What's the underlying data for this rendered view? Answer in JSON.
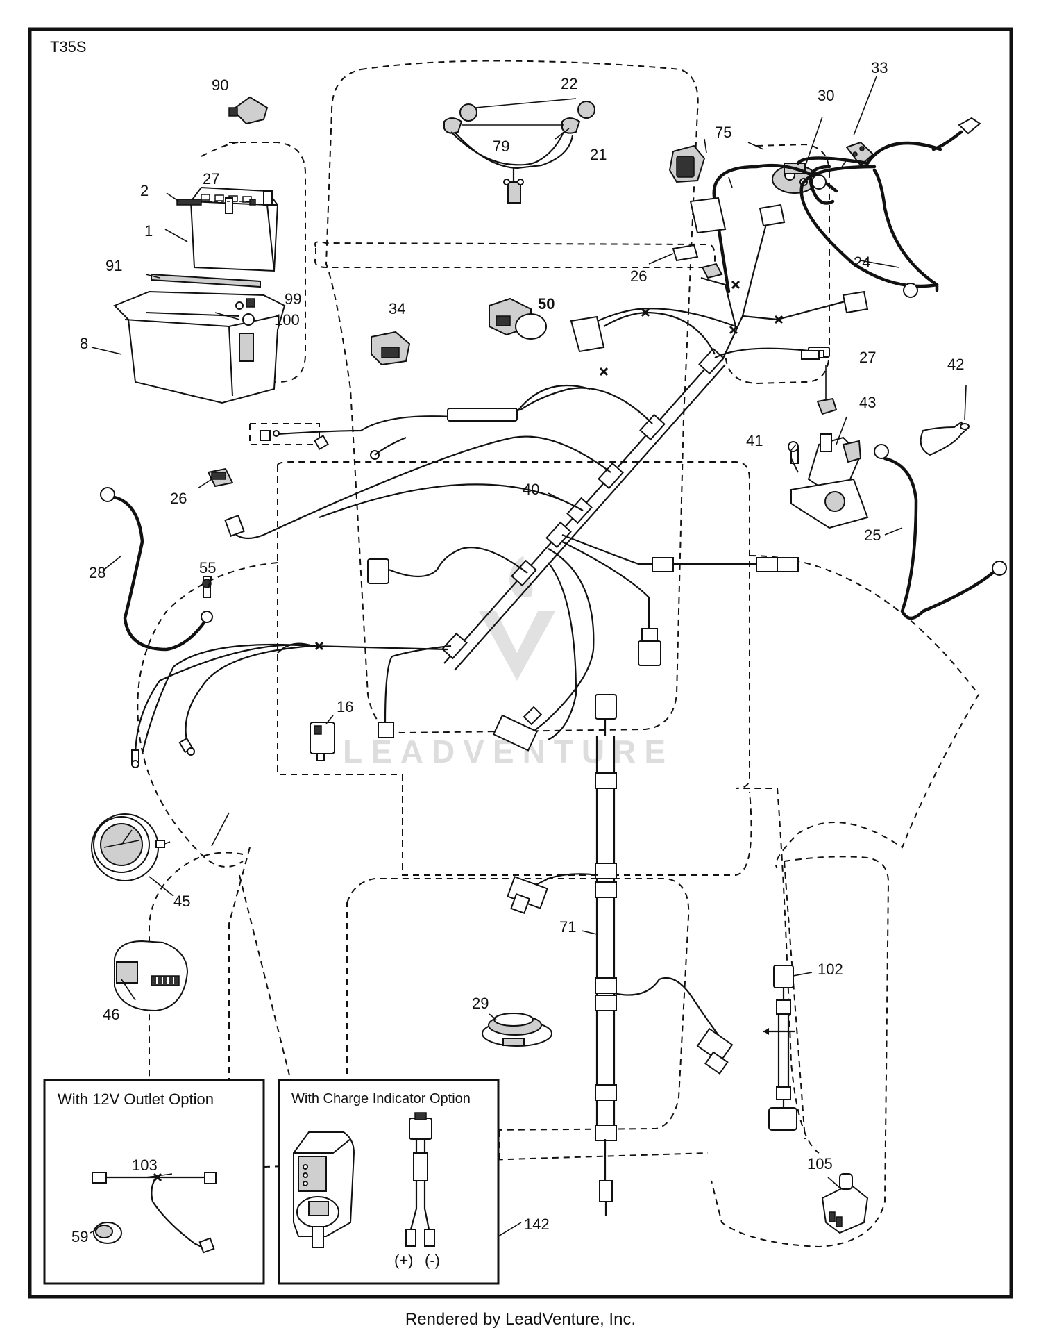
{
  "diagram_code": "T35S",
  "watermark": "LEADVENTURE",
  "footer": "Rendered by LeadVenture, Inc.",
  "inset_12v": {
    "title": "With 12V Outlet Option",
    "labels": [
      "103",
      "59"
    ]
  },
  "inset_charge": {
    "title": "With Charge Indicator Option",
    "plus": "(+)",
    "minus": "(-)"
  },
  "part_labels": [
    {
      "id": "90",
      "text": "90"
    },
    {
      "id": "22",
      "text": "22"
    },
    {
      "id": "79",
      "text": "79"
    },
    {
      "id": "21",
      "text": "21"
    },
    {
      "id": "75",
      "text": "75"
    },
    {
      "id": "30",
      "text": "30"
    },
    {
      "id": "33",
      "text": "33"
    },
    {
      "id": "2",
      "text": "2"
    },
    {
      "id": "27a",
      "text": "27"
    },
    {
      "id": "1",
      "text": "1"
    },
    {
      "id": "91",
      "text": "91"
    },
    {
      "id": "99",
      "text": "99"
    },
    {
      "id": "100",
      "text": "100"
    },
    {
      "id": "8",
      "text": "8"
    },
    {
      "id": "34",
      "text": "34"
    },
    {
      "id": "50",
      "text": "50"
    },
    {
      "id": "26a",
      "text": "26"
    },
    {
      "id": "24",
      "text": "24"
    },
    {
      "id": "27b",
      "text": "27"
    },
    {
      "id": "42",
      "text": "42"
    },
    {
      "id": "43",
      "text": "43"
    },
    {
      "id": "41",
      "text": "41"
    },
    {
      "id": "26b",
      "text": "26"
    },
    {
      "id": "40",
      "text": "40"
    },
    {
      "id": "25",
      "text": "25"
    },
    {
      "id": "28",
      "text": "28"
    },
    {
      "id": "55",
      "text": "55"
    },
    {
      "id": "16",
      "text": "16"
    },
    {
      "id": "45",
      "text": "45"
    },
    {
      "id": "46",
      "text": "46"
    },
    {
      "id": "71",
      "text": "71"
    },
    {
      "id": "29",
      "text": "29"
    },
    {
      "id": "102",
      "text": "102"
    },
    {
      "id": "142",
      "text": "142"
    },
    {
      "id": "105",
      "text": "105"
    }
  ]
}
